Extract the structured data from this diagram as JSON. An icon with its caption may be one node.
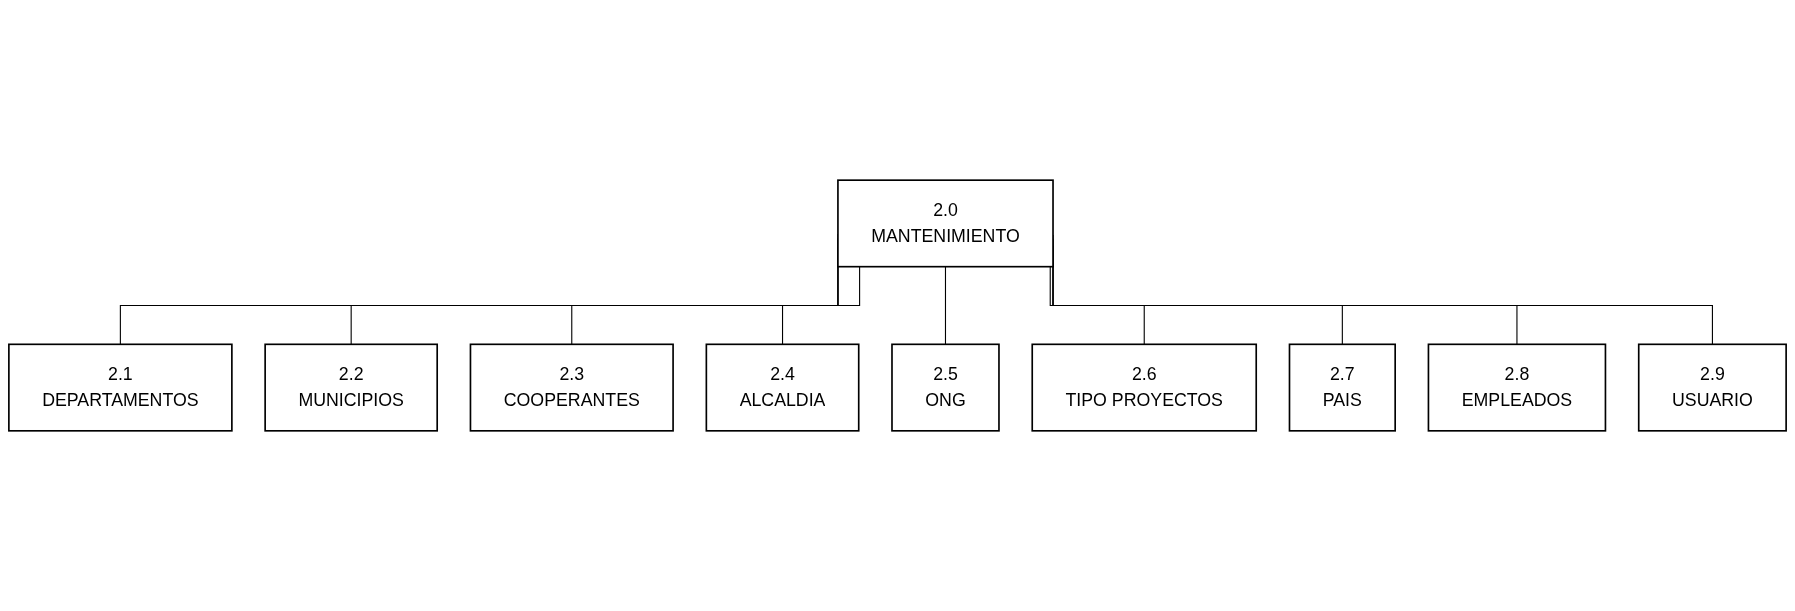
{
  "diagram": {
    "nodes": [
      {
        "text": [
          "2.0",
          "MANTENIMIENTO"
        ]
      },
      {
        "text": [
          "2.1",
          "DEPARTAMENTOS"
        ]
      },
      {
        "text": [
          "2.2",
          "MUNICIPIOS"
        ]
      },
      {
        "text": [
          "2.3",
          "COOPERANTES"
        ]
      },
      {
        "text": [
          "2.4",
          "ALCALDIA"
        ]
      },
      {
        "text": [
          "2.5",
          "ONG"
        ]
      },
      {
        "text": [
          "2.6",
          "TIPO PROYECTOS"
        ]
      },
      {
        "text": [
          "2.7",
          "PAIS"
        ]
      },
      {
        "text": [
          "2.8",
          "EMPLEADOS"
        ]
      },
      {
        "text": [
          "2.9",
          "USUARIO"
        ]
      }
    ],
    "edges": [
      {
        "from": 0,
        "to": 1,
        "arrow": "none"
      },
      {
        "from": 0,
        "to": 2,
        "arrow": "none"
      },
      {
        "from": 0,
        "to": 3,
        "arrow": "none"
      },
      {
        "from": 0,
        "to": 4,
        "arrow": "none"
      },
      {
        "from": 0,
        "to": 5,
        "arrow": "none"
      },
      {
        "from": 0,
        "to": 6,
        "arrow": "none"
      },
      {
        "from": 0,
        "to": 7,
        "arrow": "none"
      },
      {
        "from": 0,
        "to": 8,
        "arrow": "none"
      },
      {
        "from": 0,
        "to": 9,
        "arrow": "none"
      }
    ]
  }
}
